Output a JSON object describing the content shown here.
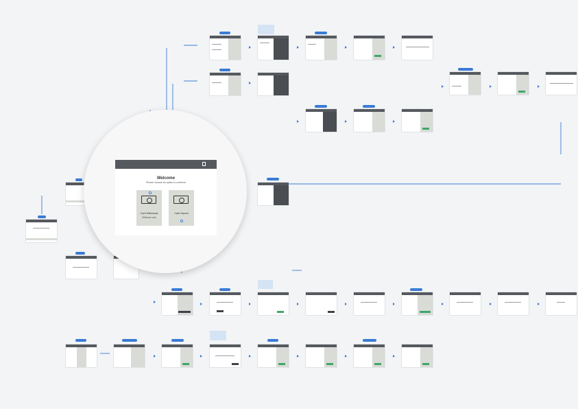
{
  "diagram": {
    "type": "user-flow",
    "background": "#f3f4f6",
    "accent": "#3a7bd5",
    "highlight_screen": {
      "header_icon": "bookmark-icon",
      "title": "Welcome",
      "subtitle": "Please choose an option to continue",
      "options": [
        {
          "label": "Cash Withdrawal",
          "sublabel": "Withdraw cash",
          "icon": "atm-cash-icon"
        },
        {
          "label": "Cash Deposit",
          "sublabel": "",
          "icon": "cash-note-icon"
        }
      ]
    }
  }
}
